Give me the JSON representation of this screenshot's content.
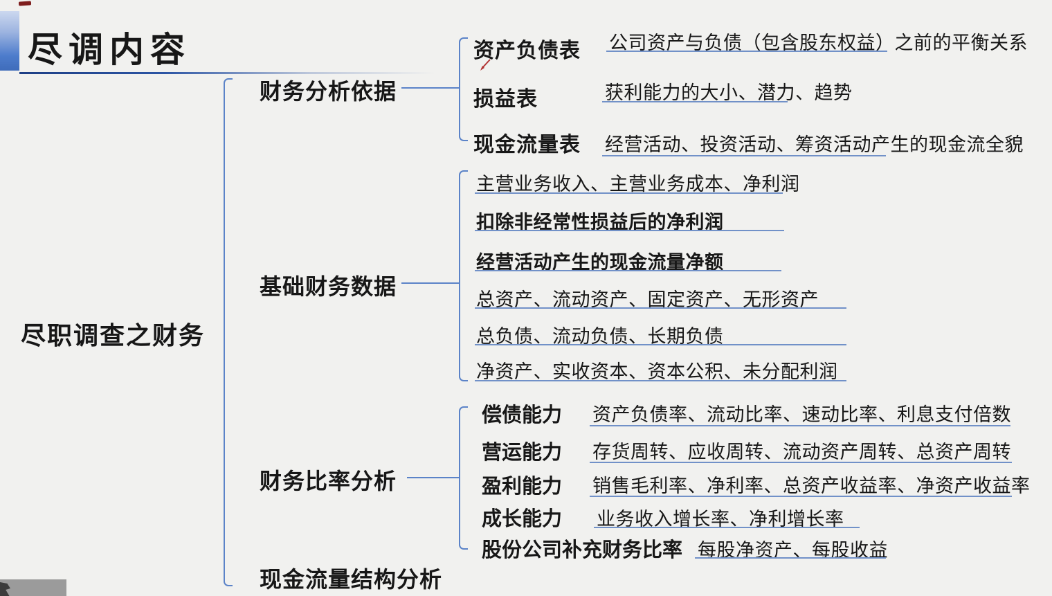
{
  "title": {
    "text": "尽调内容"
  },
  "root": {
    "text": "尽职调查之财务"
  },
  "branches": [
    {
      "label": "财务分析依据",
      "items": [
        {
          "term": "资产负债表",
          "desc": "公司资产与负债（包含股东权益）之前的平衡关系"
        },
        {
          "term": "损益表",
          "desc": "获利能力的大小、潜力、趋势"
        },
        {
          "term": "现金流量表",
          "desc": "经营活动、投资活动、筹资活动产生的现金流全貌"
        }
      ]
    },
    {
      "label": "基础财务数据",
      "items": [
        {
          "text": "主营业务收入、主营业务成本、净利润"
        },
        {
          "text": "扣除非经常性损益后的净利润"
        },
        {
          "text": "经营活动产生的现金流量净额"
        },
        {
          "text": "总资产、流动资产、固定资产、无形资产"
        },
        {
          "text": "总负债、流动负债、长期负债"
        },
        {
          "text": "净资产、实收资本、资本公积、未分配利润"
        }
      ]
    },
    {
      "label": "财务比率分析",
      "items": [
        {
          "term": "偿债能力",
          "desc": "资产负债率、流动比率、速动比率、利息支付倍数"
        },
        {
          "term": "营运能力",
          "desc": "存货周转、应收周转、流动资产周转、总资产周转"
        },
        {
          "term": "盈利能力",
          "desc": "销售毛利率、净利率、总资产收益率、净资产收益率"
        },
        {
          "term": "成长能力",
          "desc": "业务收入增长率、净利增长率"
        },
        {
          "term": "股份公司补充财务比率",
          "desc": "每股净资产、每股收益"
        }
      ]
    },
    {
      "label": "现金流量结构分析"
    }
  ],
  "annotations": {
    "red_pen_mark": "red-arrow-stroke"
  },
  "colors": {
    "background": "#f1f1ef",
    "line_blue": "#5b83c8",
    "underline_blue": "#7191c8",
    "bar_gradient_top": "#ccd8ef",
    "bar_gradient_bottom": "#3f6cba",
    "red_mark": "#b23434",
    "text": "#171717"
  }
}
